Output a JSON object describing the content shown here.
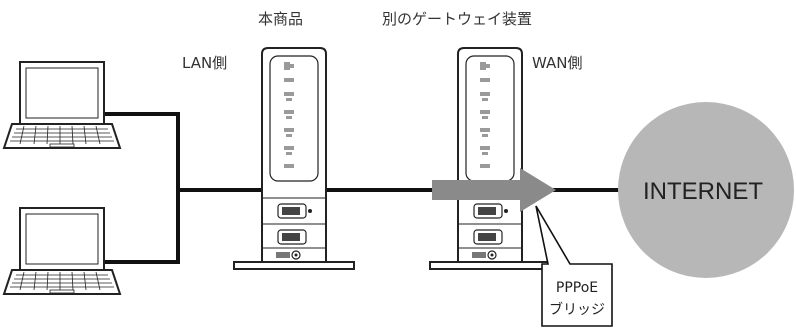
{
  "labels": {
    "this_product": "本商品",
    "other_gateway": "別のゲートウェイ装置",
    "lan_side": "LAN側",
    "wan_side": "WAN側",
    "internet": "INTERNET",
    "callout_line1": "PPPoE",
    "callout_line2": "ブリッジ"
  },
  "colors": {
    "line": "#111111",
    "device_outline": "#222222",
    "globe_fill": "#b7b7b7",
    "arrow_fill": "#8a8a8a",
    "text": "#333333"
  },
  "icons": [
    "laptop-icon",
    "laptop-icon",
    "router-icon",
    "router-icon",
    "globe-icon"
  ]
}
